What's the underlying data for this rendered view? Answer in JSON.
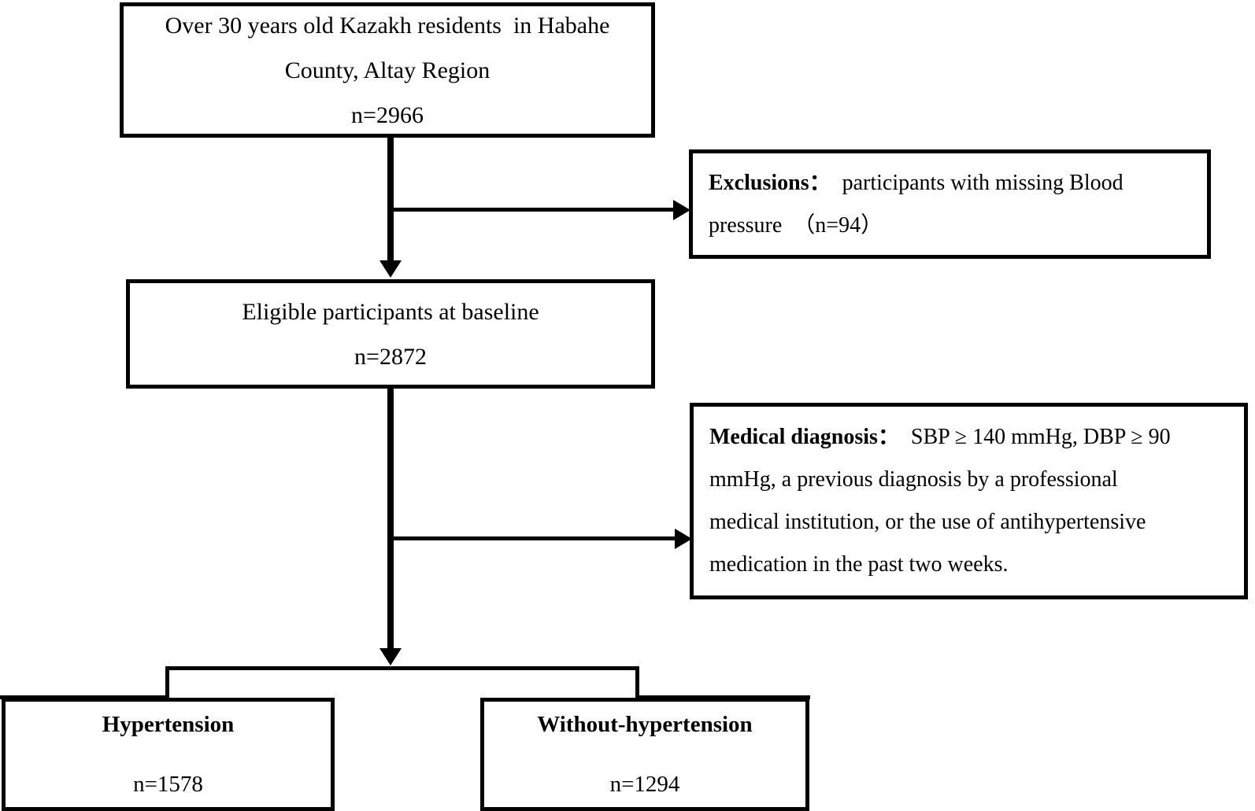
{
  "diagram": {
    "type": "study-participant-flow-chart",
    "orientation": "top-to-bottom",
    "nodes": [
      {
        "id": "source",
        "role": "source-population",
        "lines": [
          "Over 30 years old Kazakh residents  in Habahe",
          "County, Altay Region",
          "n=2966"
        ],
        "count_label": "n=2966",
        "count": 2966,
        "align": "center",
        "bold": false
      },
      {
        "id": "exclusions",
        "role": "exclusion-criteria",
        "lines": [
          "Exclusions：  participants with missing Blood",
          "pressure  （n=94）"
        ],
        "heading": "Exclusions：",
        "count_label": "（n=94）",
        "count": 94,
        "align": "left",
        "bold_heading": true
      },
      {
        "id": "eligible",
        "role": "eligible-participants",
        "lines": [
          "Eligible participants at baseline",
          "n=2872"
        ],
        "count_label": "n=2872",
        "count": 2872,
        "align": "center",
        "bold": false
      },
      {
        "id": "diagnosis",
        "role": "diagnostic-criteria",
        "lines": [
          "Medical diagnosis：  SBP ≥ 140 mmHg, DBP ≥ 90",
          "mmHg, a previous diagnosis by a professional",
          "medical institution, or the use of antihypertensive",
          "medication in the past two weeks."
        ],
        "heading": "Medical diagnosis：",
        "align": "left",
        "bold_heading": true
      },
      {
        "id": "hypertension",
        "role": "outcome-group",
        "lines": [
          "Hypertension",
          "n=1578"
        ],
        "title": "Hypertension",
        "count_label": "n=1578",
        "count": 1578,
        "align": "center",
        "bold_title": true
      },
      {
        "id": "without-hypertension",
        "role": "outcome-group",
        "lines": [
          "Without-hypertension",
          "n=1294"
        ],
        "title": "Without-hypertension",
        "count_label": "n=1294",
        "count": 1294,
        "align": "center",
        "bold_title": true
      }
    ],
    "edges": [
      {
        "from": "source",
        "to": "exclusions",
        "style": "elbow-right",
        "arrow": "right"
      },
      {
        "from": "source",
        "to": "eligible",
        "style": "straight-down",
        "arrow": "down"
      },
      {
        "from": "eligible",
        "to": "diagnosis",
        "style": "elbow-right",
        "arrow": "right"
      },
      {
        "from": "eligible",
        "to": "split",
        "style": "straight-down",
        "arrow": "down"
      },
      {
        "from": "split",
        "to": "hypertension",
        "style": "bracket-left",
        "arrow": "none"
      },
      {
        "from": "split",
        "to": "without-hypertension",
        "style": "bracket-right",
        "arrow": "none"
      }
    ],
    "colors": {
      "stroke": "#000000",
      "fill": "#ffffff",
      "text": "#000000"
    }
  },
  "node_text": {
    "source": {
      "l1": "Over 30 years old Kazakh residents  in Habahe",
      "l2": "County, Altay Region",
      "l3": "n=2966"
    },
    "exclusions": {
      "heading": "Exclusions：",
      "l1_rest": "  participants with missing Blood",
      "l2": "pressure  （n=94）"
    },
    "eligible": {
      "l1": "Eligible participants at baseline",
      "l2": "n=2872"
    },
    "diagnosis": {
      "heading": "Medical diagnosis：",
      "l1_rest": "  SBP ≥ 140 mmHg, DBP ≥ 90",
      "l2": "mmHg, a previous diagnosis by a professional",
      "l3": "medical institution, or the use of antihypertensive",
      "l4": "medication in the past two weeks."
    },
    "hypertension": {
      "title": "Hypertension",
      "count": "n=1578"
    },
    "without": {
      "title": "Without-hypertension",
      "count": "n=1294"
    }
  }
}
